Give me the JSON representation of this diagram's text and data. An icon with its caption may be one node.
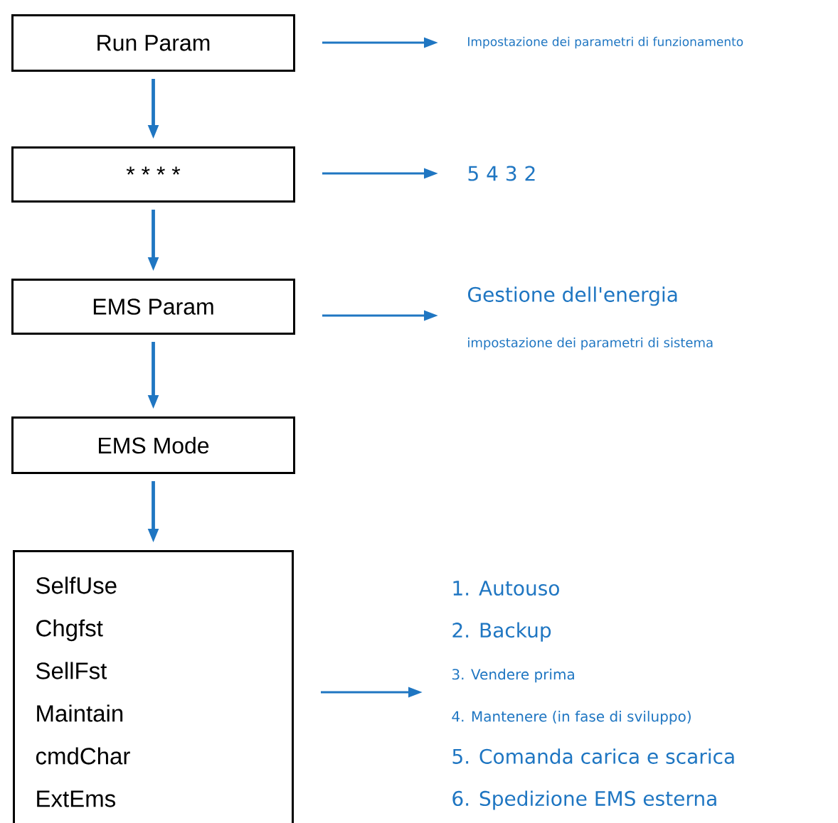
{
  "diagram": {
    "nodes": [
      {
        "text": [
          "Run Param"
        ]
      },
      {
        "text": [
          "* * * *"
        ]
      },
      {
        "text": [
          "EMS Param"
        ]
      },
      {
        "text": [
          "EMS Mode"
        ]
      },
      {
        "text": [
          "SelfUse",
          "Chgfst",
          "SellFst",
          "Maintain",
          "cmdChar",
          "ExtEms"
        ]
      },
      {
        "text": [
          "Impostazione dei parametri di funzionamento"
        ]
      },
      {
        "text": [
          "5 4 3 2"
        ]
      },
      {
        "text": [
          "Gestione dell'energia",
          "impostazione dei parametri di sistema"
        ]
      },
      {
        "text": [
          "1. Autouso",
          "2. Backup",
          "3. Vendere prima",
          "4. Mantenere (in fase di sviluppo)",
          "5. Comanda carica e scarica",
          "6. Spedizione EMS esterna"
        ]
      }
    ],
    "edges": [
      {
        "from": 0,
        "to": 1,
        "arrow": "to"
      },
      {
        "from": 1,
        "to": 2,
        "arrow": "to"
      },
      {
        "from": 2,
        "to": 3,
        "arrow": "to"
      },
      {
        "from": 3,
        "to": 4,
        "arrow": "to"
      },
      {
        "from": 0,
        "to": 5,
        "arrow": "to"
      },
      {
        "from": 1,
        "to": 6,
        "arrow": "to"
      },
      {
        "from": 2,
        "to": 7,
        "arrow": "to"
      },
      {
        "from": 4,
        "to": 8,
        "arrow": "to"
      }
    ]
  }
}
